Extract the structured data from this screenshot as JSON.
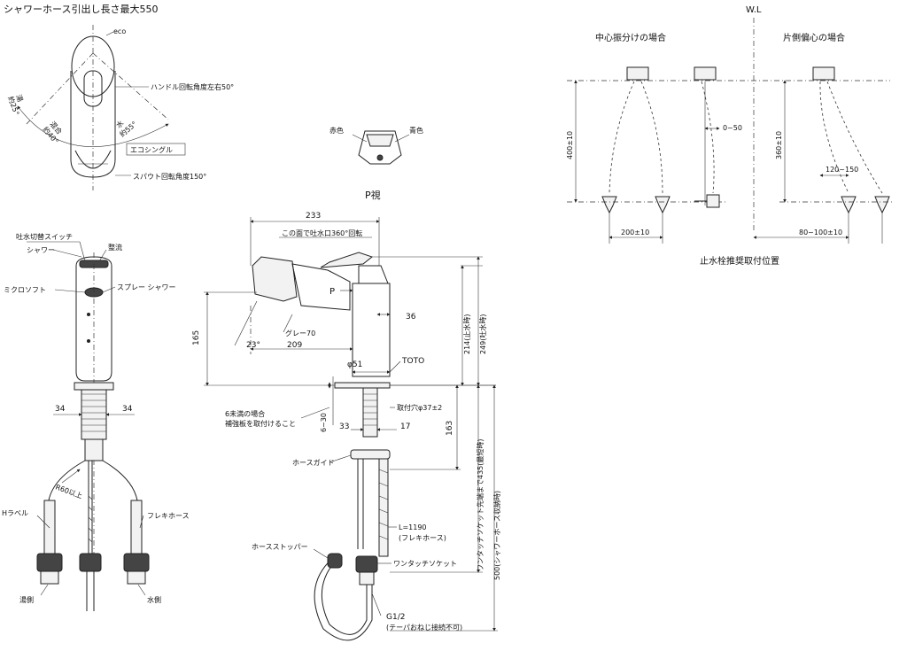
{
  "header": {
    "top_note": "シャワーホース引出し長さ最大550"
  },
  "top_view": {
    "eco": "eco",
    "handle_rotation": "ハンドル回転角度左右50°",
    "hot_label": "湯",
    "hot_angle": "約25°",
    "mix_label": "混合",
    "mix_angle": "約40°",
    "water_label": "水",
    "water_angle": "約55°",
    "eco_single": "エコシングル",
    "spout_rotation": "スパウト回転角度150°"
  },
  "front_view": {
    "switch": "吐水切替スイッチ",
    "shower": "シャワー",
    "aerator": "整流",
    "micro_soft": "ミクロソフト",
    "spray_shower": "スプレー シャワー",
    "dim_left": "34",
    "dim_right": "34",
    "radius": "R60以上",
    "h_label": "Hラベル",
    "flexi_hose": "フレキホース",
    "hot_side": "湯側",
    "water_side": "水側"
  },
  "p_view": {
    "title": "P視",
    "red": "赤色",
    "blue": "青色"
  },
  "side_view": {
    "dim_233": "233",
    "rotate_note": "この面で吐水口360°回転",
    "p_arrow": "P",
    "dim_36": "36",
    "dim_165": "165",
    "angle_23": "23°",
    "grey_70": "グレー70",
    "dim_209": "209",
    "dim_214": "214(止水時)",
    "dim_249": "249(吐水時)",
    "dia_51": "φ51",
    "brand": "TOTO",
    "reinforce_note_1": "6未満の場合",
    "reinforce_note_2": "補強板を取付けること",
    "dim_6_30": "6~30",
    "hole": "取付穴φ37±2",
    "dim_33": "33",
    "dim_17": "17",
    "dim_163": "163",
    "hose_guide": "ホースガイド",
    "dim_435": "ワンタッチソケット先端まで435(最短時)",
    "l_1190": "L=1190",
    "flexi": "(フレキホース)",
    "hose_stopper": "ホースストッパー",
    "one_touch": "ワンタッチソケット",
    "dim_500": "500(シャワーホース収納時)",
    "g12": "G1/2",
    "taper_note": "(テーパおねじ接続不可)"
  },
  "installation": {
    "wl": "W.L",
    "center_title": "中心振分けの場合",
    "offset_title": "片側偏心の場合",
    "dim_400": "400±10",
    "dim_0_50": "0~50",
    "dim_200": "200±10",
    "dim_360": "360±10",
    "dim_120_150": "120~150",
    "dim_80_100": "80~100±10",
    "caption": "止水栓推奨取付位置"
  }
}
